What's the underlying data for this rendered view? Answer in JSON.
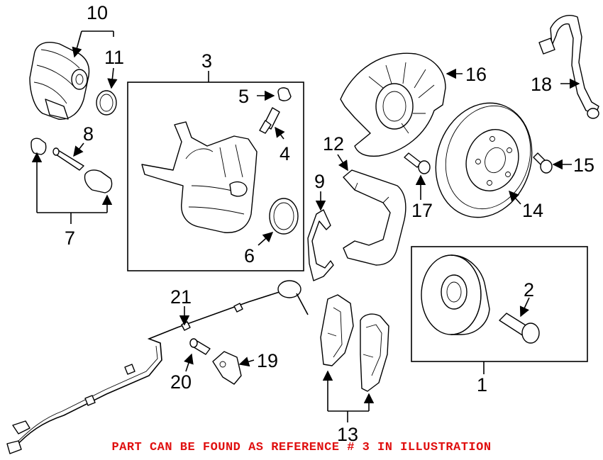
{
  "diagram": {
    "callouts": {
      "c1": "1",
      "c2": "2",
      "c3": "3",
      "c4": "4",
      "c5": "5",
      "c6": "6",
      "c7": "7",
      "c8": "8",
      "c9": "9",
      "c10": "10",
      "c11": "11",
      "c12": "12",
      "c13": "13",
      "c14": "14",
      "c15": "15",
      "c16": "16",
      "c17": "17",
      "c18": "18",
      "c19": "19",
      "c20": "20",
      "c21": "21"
    }
  },
  "footer": {
    "text": "PART CAN BE FOUND AS REFERENCE # 3 IN ILLUSTRATION",
    "color": "#e01010"
  }
}
